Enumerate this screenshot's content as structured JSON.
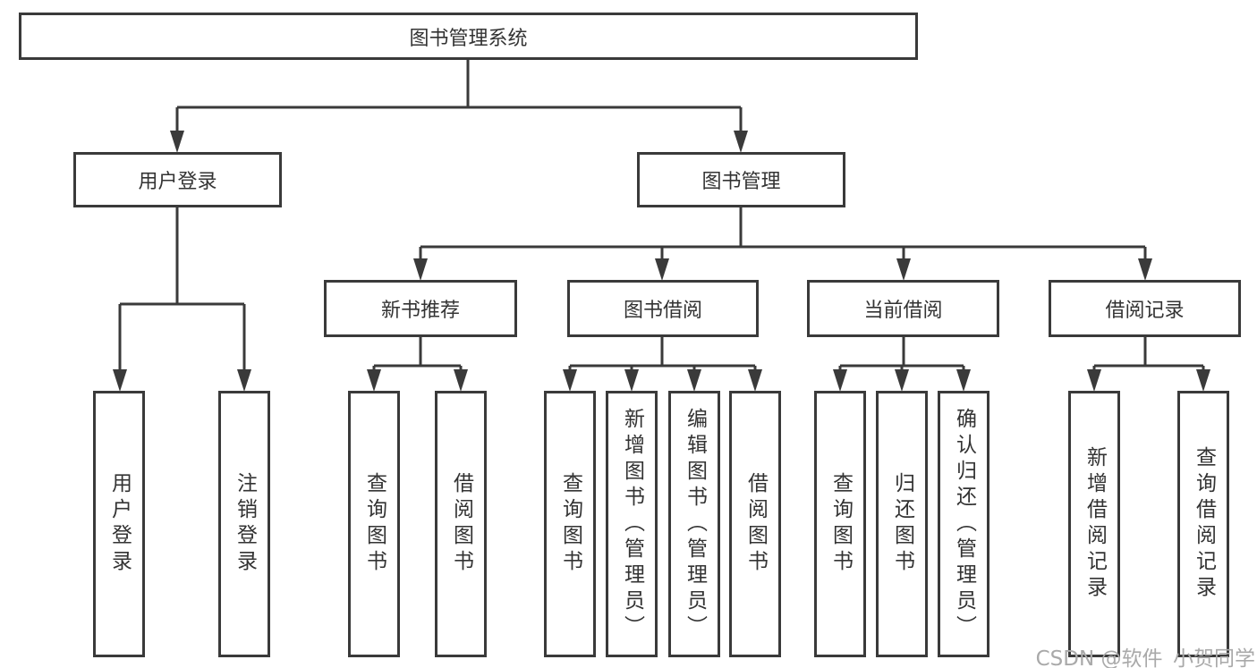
{
  "diagram": {
    "root": {
      "label": "图书管理系统"
    },
    "level2": [
      {
        "label": "用户登录",
        "children": [
          {
            "label": "用户登录"
          },
          {
            "label": "注销登录"
          }
        ]
      },
      {
        "label": "图书管理",
        "children": [
          {
            "label": "新书推荐",
            "children": [
              {
                "label": "查询图书"
              },
              {
                "label": "借阅图书"
              }
            ]
          },
          {
            "label": "图书借阅",
            "children": [
              {
                "label": "查询图书"
              },
              {
                "label": "新增图书（管理员）"
              },
              {
                "label": "编辑图书（管理员）"
              },
              {
                "label": "借阅图书"
              }
            ]
          },
          {
            "label": "当前借阅",
            "children": [
              {
                "label": "查询图书"
              },
              {
                "label": "归还图书"
              },
              {
                "label": "确认归还（管理员）"
              }
            ]
          },
          {
            "label": "借阅记录",
            "children": [
              {
                "label": "新增借阅记录"
              },
              {
                "label": "查询借阅记录"
              }
            ]
          }
        ]
      }
    ]
  },
  "colors": {
    "line": "#3a3a3a",
    "text": "#333333",
    "watermark": "#a9a9a9"
  },
  "watermark": "CSDN @软件_小贺同学"
}
